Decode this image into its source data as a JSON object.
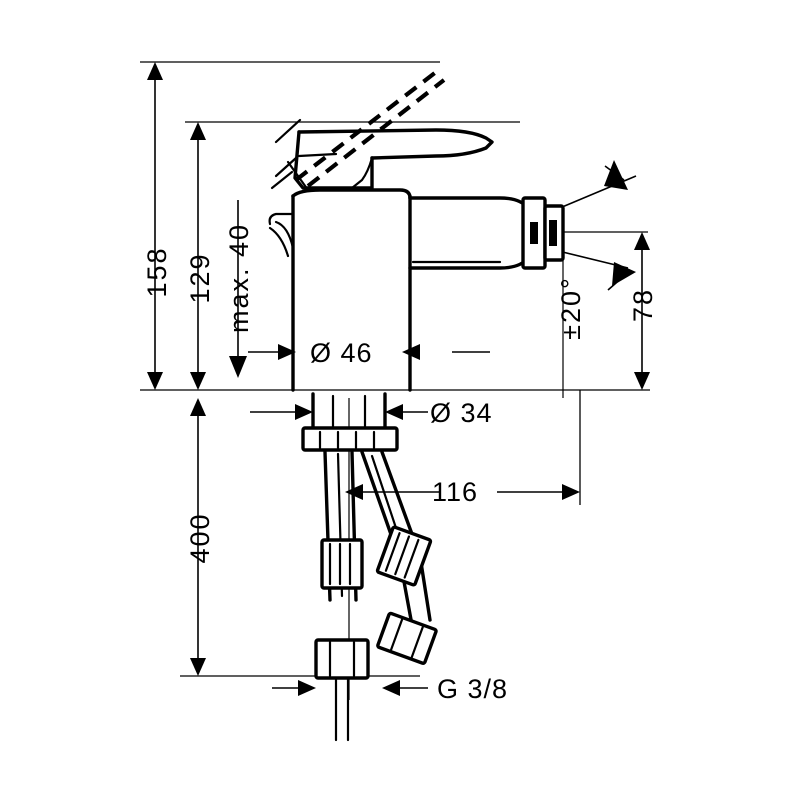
{
  "drawing": {
    "title": "Bidet mixer dimensional drawing",
    "background_color": "#ffffff",
    "line_color": "#000000",
    "dimensions": {
      "height_total": "158",
      "height_spout": "129",
      "lever_opening": "max. 40",
      "body_diameter": "Ø 46",
      "shank_diameter": "Ø 34",
      "hose_length": "400",
      "projection": "116",
      "outlet_height": "78",
      "swivel_angle": "±20°",
      "thread_size": "G 3/8"
    },
    "labels": [
      {
        "id": "dim-158",
        "text": "158",
        "orientation": "vertical"
      },
      {
        "id": "dim-129",
        "text": "129",
        "orientation": "vertical"
      },
      {
        "id": "dim-max40",
        "text": "max. 40",
        "orientation": "vertical"
      },
      {
        "id": "dim-d46",
        "text": "Ø 46",
        "orientation": "horizontal"
      },
      {
        "id": "dim-d34",
        "text": "Ø 34",
        "orientation": "horizontal"
      },
      {
        "id": "dim-400",
        "text": "400",
        "orientation": "vertical"
      },
      {
        "id": "dim-116",
        "text": "116",
        "orientation": "horizontal"
      },
      {
        "id": "dim-78",
        "text": "78",
        "orientation": "vertical"
      },
      {
        "id": "dim-20deg",
        "text": "±20°",
        "orientation": "vertical"
      },
      {
        "id": "dim-g38",
        "text": "G 3/8",
        "orientation": "horizontal"
      }
    ]
  }
}
